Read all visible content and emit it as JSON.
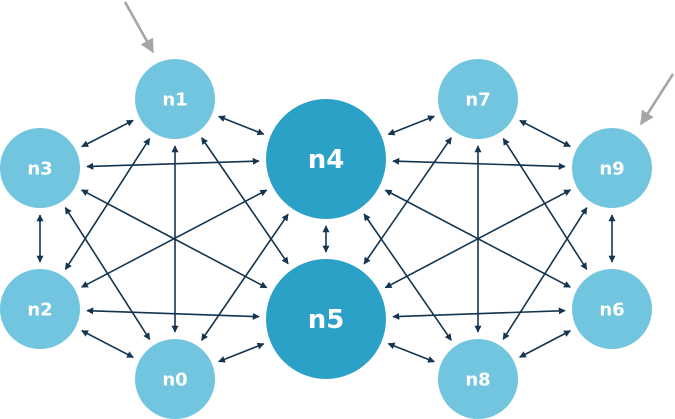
{
  "title": "Two-cluster network graph",
  "colors": {
    "node_small": "#72c5de",
    "node_large": "#2ba1c8",
    "edge": "#14344f",
    "pointer": "#a6a6a6",
    "label": "#ffffff"
  },
  "nodes": [
    {
      "id": "n0",
      "label": "n0",
      "size": "small",
      "cluster": "left"
    },
    {
      "id": "n1",
      "label": "n1",
      "size": "small",
      "cluster": "left"
    },
    {
      "id": "n2",
      "label": "n2",
      "size": "small",
      "cluster": "left"
    },
    {
      "id": "n3",
      "label": "n3",
      "size": "small",
      "cluster": "left"
    },
    {
      "id": "n4",
      "label": "n4",
      "size": "large",
      "cluster": "center"
    },
    {
      "id": "n5",
      "label": "n5",
      "size": "large",
      "cluster": "center"
    },
    {
      "id": "n6",
      "label": "n6",
      "size": "small",
      "cluster": "right"
    },
    {
      "id": "n7",
      "label": "n7",
      "size": "small",
      "cluster": "right"
    },
    {
      "id": "n8",
      "label": "n8",
      "size": "small",
      "cluster": "right"
    },
    {
      "id": "n9",
      "label": "n9",
      "size": "small",
      "cluster": "right"
    }
  ],
  "edges": [
    {
      "source": "n1",
      "target": "n3",
      "directed": "both"
    },
    {
      "source": "n1",
      "target": "n4",
      "directed": "both"
    },
    {
      "source": "n1",
      "target": "n2",
      "directed": "both"
    },
    {
      "source": "n1",
      "target": "n0",
      "directed": "both"
    },
    {
      "source": "n1",
      "target": "n5",
      "directed": "both"
    },
    {
      "source": "n3",
      "target": "n4",
      "directed": "both"
    },
    {
      "source": "n3",
      "target": "n5",
      "directed": "both"
    },
    {
      "source": "n3",
      "target": "n2",
      "directed": "both"
    },
    {
      "source": "n3",
      "target": "n0",
      "directed": "both"
    },
    {
      "source": "n2",
      "target": "n4",
      "directed": "both"
    },
    {
      "source": "n2",
      "target": "n5",
      "directed": "both"
    },
    {
      "source": "n2",
      "target": "n0",
      "directed": "both"
    },
    {
      "source": "n0",
      "target": "n4",
      "directed": "both"
    },
    {
      "source": "n0",
      "target": "n5",
      "directed": "both"
    },
    {
      "source": "n4",
      "target": "n5",
      "directed": "both"
    },
    {
      "source": "n7",
      "target": "n4",
      "directed": "both"
    },
    {
      "source": "n7",
      "target": "n9",
      "directed": "both"
    },
    {
      "source": "n7",
      "target": "n6",
      "directed": "both"
    },
    {
      "source": "n7",
      "target": "n8",
      "directed": "both"
    },
    {
      "source": "n7",
      "target": "n5",
      "directed": "both"
    },
    {
      "source": "n9",
      "target": "n4",
      "directed": "both"
    },
    {
      "source": "n9",
      "target": "n5",
      "directed": "both"
    },
    {
      "source": "n9",
      "target": "n6",
      "directed": "both"
    },
    {
      "source": "n9",
      "target": "n8",
      "directed": "both"
    },
    {
      "source": "n6",
      "target": "n4",
      "directed": "both"
    },
    {
      "source": "n6",
      "target": "n5",
      "directed": "both"
    },
    {
      "source": "n6",
      "target": "n8",
      "directed": "both"
    },
    {
      "source": "n8",
      "target": "n4",
      "directed": "both"
    },
    {
      "source": "n8",
      "target": "n5",
      "directed": "both"
    }
  ],
  "highlighted_nodes": [
    "n1",
    "n9"
  ]
}
